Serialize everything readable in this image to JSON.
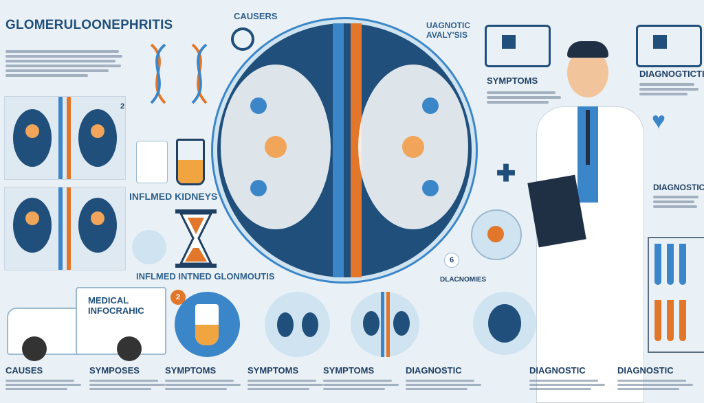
{
  "title": "GLOMERULOONEPHRITIS",
  "labels": {
    "causers": "CAUSERS",
    "diagnostic_analysis": "UAGNOTIC\nAVALY'SIS",
    "symptoms_top": "SYMPTOMS",
    "diagnostic_top": "DIAGNOGTICTI",
    "inflamed_kidneys": "INFLMED KIDNEYS",
    "inflamed_glom": "INFLMED INTNED GLONMOUTIS",
    "medical": "MEDICAL\nINFOCRAHIC",
    "diagnostic_mid": "DIAGNOSTIC",
    "dlacnomies": "DLACNOMIES",
    "num_2": "2",
    "num_3": "2",
    "num_6": "6"
  },
  "bottom": [
    {
      "title": "CAUSES"
    },
    {
      "title": "SYMPOSES"
    },
    {
      "title": "SYMPTOMS"
    },
    {
      "title": "SYMPTOMS"
    },
    {
      "title": "SYMPTOMS"
    },
    {
      "title": "DIAGNOSTIC"
    },
    {
      "title": "DIAGNOSTIC"
    },
    {
      "title": "DIAGNOSTIC"
    }
  ],
  "colors": {
    "navy": "#1f3f63",
    "blue": "#3b86c8",
    "orange": "#e2762a",
    "bg": "#eaf1f6"
  },
  "icons": [
    "kidney-icon",
    "dna-icon",
    "magnifier-icon",
    "truck-icon",
    "hourglass-icon",
    "test-tube-icon",
    "doctor-icon",
    "heart-icon",
    "cross-icon"
  ]
}
